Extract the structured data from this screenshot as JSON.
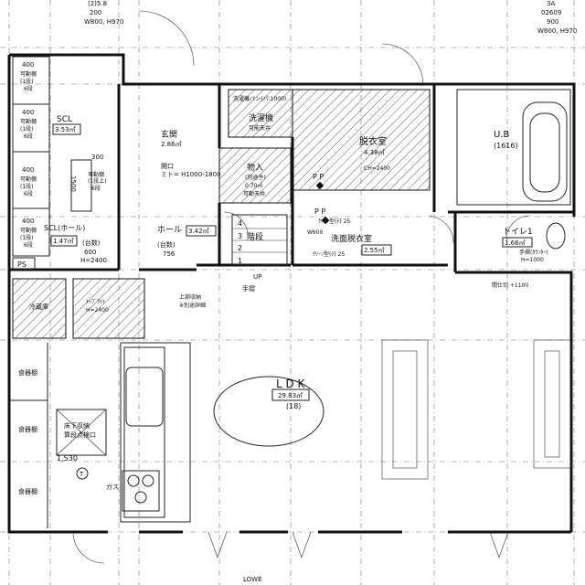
{
  "top": {
    "left_window_1": "(2)5.8",
    "left_window_2": "200",
    "left_window_3": "W800, H970",
    "right_window_1": "3A",
    "right_window_2": "02609",
    "right_window_3": "900",
    "right_window_4": "W800, H970"
  },
  "shelves": {
    "value": "400",
    "label_a": "可動棚",
    "label_b": "(1段)",
    "label_c": "6段",
    "label_d": "可動棚",
    "label_e": "(1段上)"
  },
  "rooms": {
    "sci": "SCL",
    "sci_area": "3.53㎡",
    "genkan": "玄関",
    "genkan_area": "2.86㎡",
    "genkan_opening": "開口",
    "genkan_opening_dims": "ミト= H1000-1800",
    "storage": "物入",
    "storage_sub1": "(別途予)",
    "storage_sub2": "0.70㎡",
    "storage_sub3": "可動天井",
    "sci_hall": "SCL(ホール)",
    "sci_hall_area": "1.47㎡",
    "counter_top": "(台数)",
    "counter_val": "600",
    "counter_h": "H=2400",
    "hall": "ホール",
    "hall_area": "3.42㎡",
    "hall_counter": "(台数)",
    "hall_counter_val": "756",
    "laundry": "洗濯機",
    "laundry_top": "洗濯機パン(パ:1000)",
    "laundry_sub": "可能天井",
    "dressing": "脱衣室",
    "dressing_area": "4.38㎡",
    "dressing_h": "CH=2400",
    "ub": "U.B",
    "ub_size": "(1616)",
    "stairs": "階段",
    "stair_1": "1",
    "stair_2": "2",
    "stair_3": "3",
    "stair_4": "4",
    "up": "UP",
    "handrail": "手摺",
    "pp": "P P",
    "pp2": "P P",
    "washroom": "洗面脱衣室",
    "washroom_area": "2.55㎡",
    "wash_1": "ｸﾘｰﾝ型(ﾃ) 25",
    "wash_2": "ｸﾘｰﾝ型(ﾃ) 25",
    "toilet": "トイレ1",
    "toilet_area": "1.66㎡",
    "toilet_sub": "手摺(ｶｳﾝﾀｰ)",
    "toilet_sub2": "H=1000",
    "fridge": "冷蔵庫",
    "pantry_label": "ﾄｯﾌﾟﾗｲﾄ",
    "pantry_h": "H=2400",
    "bottom_note": "上部収納",
    "bottom_note2": "※別途詳細",
    "ps": "PS",
    "ldk": "L D K",
    "ldk_area": "29.83㎡",
    "ldk_tatami": "(18)",
    "dish1": "食器棚",
    "dish2": "食器棚",
    "dish3": "食器棚",
    "floor_storage_1": "床下収納",
    "floor_storage_2": "算段点検口",
    "width_1530": "1,530",
    "gas": "ガス",
    "t_mark": "T",
    "partition": "間仕切 +1100",
    "bottom_label": "LOWE",
    "v1500": "1500",
    "v300": "300",
    "wall_label": "W600"
  }
}
